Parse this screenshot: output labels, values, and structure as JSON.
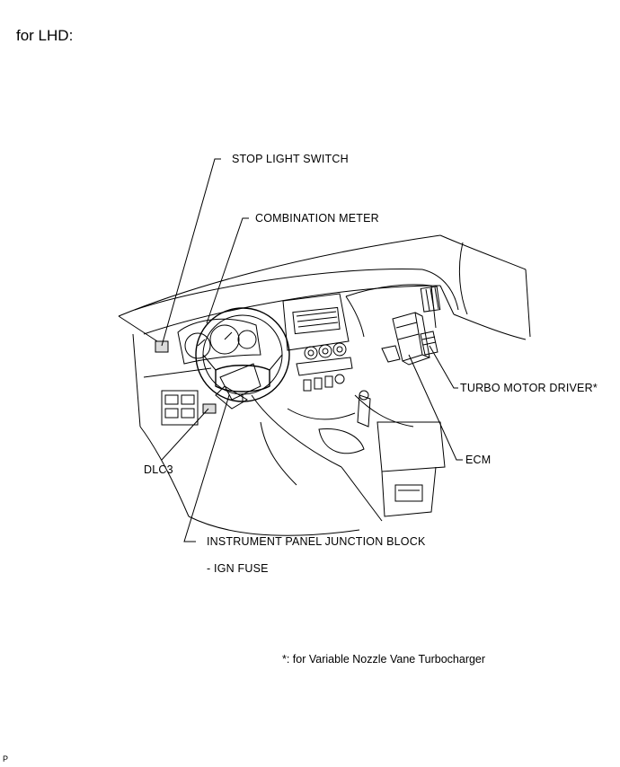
{
  "header": {
    "title": "for LHD:"
  },
  "labels": {
    "stop_light_switch": "STOP LIGHT SWITCH",
    "combination_meter": "COMBINATION METER",
    "turbo_motor_driver": "TURBO MOTOR DRIVER*",
    "dlc3": "DLC3",
    "ecm": "ECM",
    "instrument_panel_junction_block": "INSTRUMENT PANEL JUNCTION BLOCK",
    "ign_fuse": "- IGN FUSE"
  },
  "footnote": "*: for Variable Nozzle Vane Turbocharger",
  "corner_mark": "P"
}
